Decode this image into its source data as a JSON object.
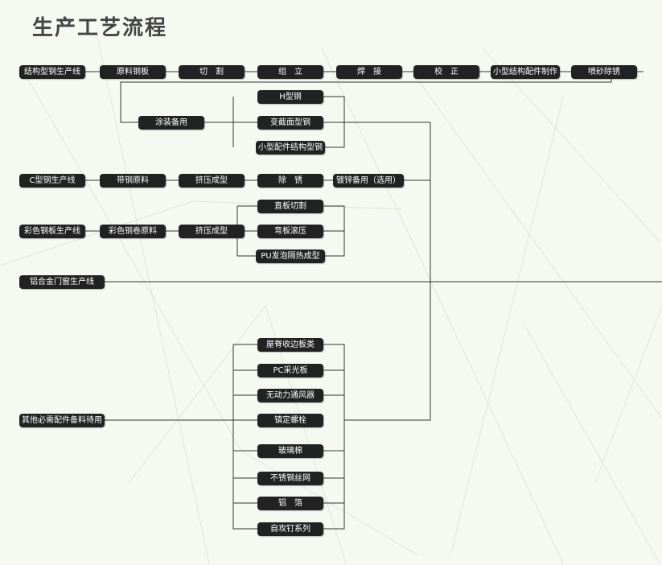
{
  "title": "生产工艺流程",
  "colors": {
    "node": "#222222",
    "text": "#ffffff",
    "line": "#333333"
  },
  "rows": {
    "structural": [
      "结构型钢生产线",
      "原料钢板",
      "切　割",
      "组　立",
      "焊　接",
      "校　正",
      "小型结构配件制作",
      "喷砂除锈"
    ],
    "coating": "涂装备用",
    "steel_types": [
      "H型钢",
      "变截面型钢",
      "小型配件结构型钢"
    ],
    "c_steel": [
      "C型钢生产线",
      "带钢原料",
      "挤压成型",
      "除　锈",
      "镀锌备用（选用）"
    ],
    "color_steel": [
      "彩色钢板生产线",
      "彩色钢卷原料",
      "挤压成型"
    ],
    "color_products": [
      "直板切割",
      "弯板滚压",
      "PU发泡隔热成型"
    ],
    "aluminum": "铝合金门窗生产线",
    "other": "其他必需配件备料待用",
    "accessories": [
      "屋脊收边板类",
      "PC采光板",
      "无动力通风器",
      "镇定螺栓",
      "玻璃棉",
      "不锈钢丝网",
      "铝　箔",
      "自攻钉系列"
    ]
  }
}
